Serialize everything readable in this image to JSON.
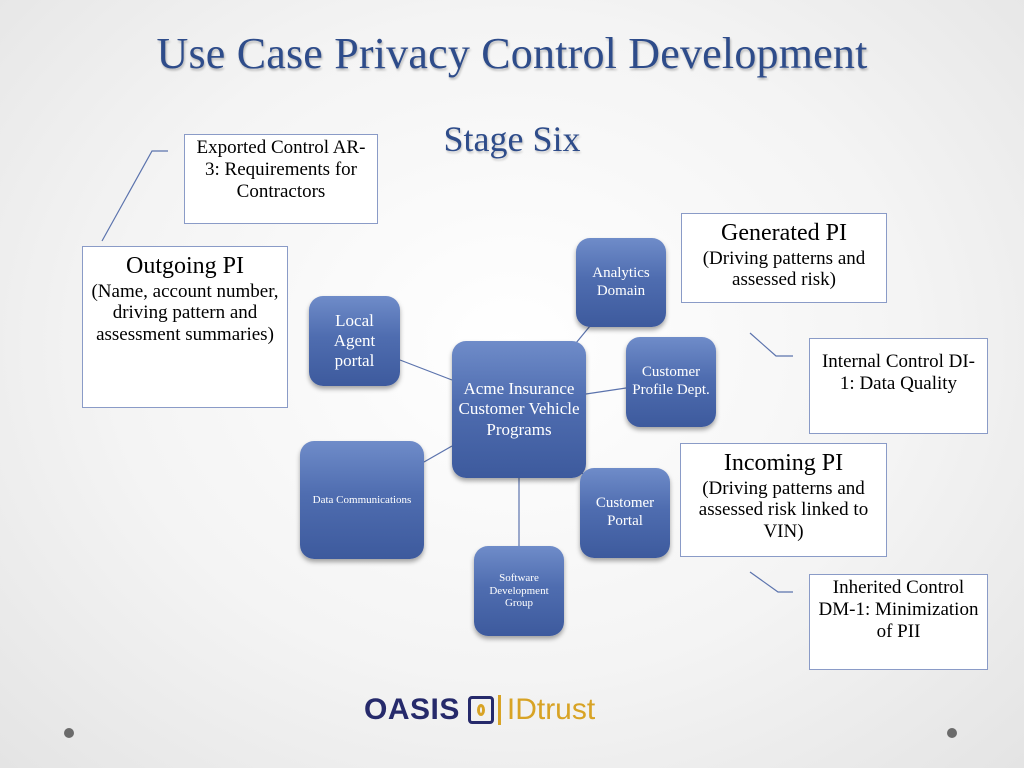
{
  "slide": {
    "title": "Use Case Privacy Control Development",
    "subtitle": "Stage Six"
  },
  "diagram": {
    "center": "Acme Insurance Customer Vehicle Programs",
    "nodes": {
      "analytics": "Analytics Domain",
      "customer_profile": "Customer Profile Dept.",
      "customer_portal": "Customer Portal",
      "software_dev": "Software Development Group",
      "data_comm": "Data Communications",
      "local_agent": "Local Agent portal"
    },
    "node_color": "#4f6db0"
  },
  "callouts": {
    "outgoing": {
      "heading": "Outgoing PI",
      "body": "(Name, account number, driving pattern and assessment summaries)"
    },
    "exported_control": "Exported Control AR-3: Requirements for Contractors",
    "generated": {
      "heading": "Generated PI",
      "body": "(Driving patterns and assessed risk)"
    },
    "internal_control": "Internal Control DI-1: Data Quality",
    "incoming": {
      "heading": "Incoming PI",
      "body": "(Driving patterns and assessed risk linked to VIN)"
    },
    "inherited_control": "Inherited Control DM-1: Minimization of PII"
  },
  "logo": {
    "left": "OASIS",
    "right": "IDtrust",
    "colors": {
      "navy": "#262a6b",
      "gold": "#d8a325"
    }
  },
  "colors": {
    "title": "#2e4c8a",
    "box_border": "#8a9bc7"
  }
}
